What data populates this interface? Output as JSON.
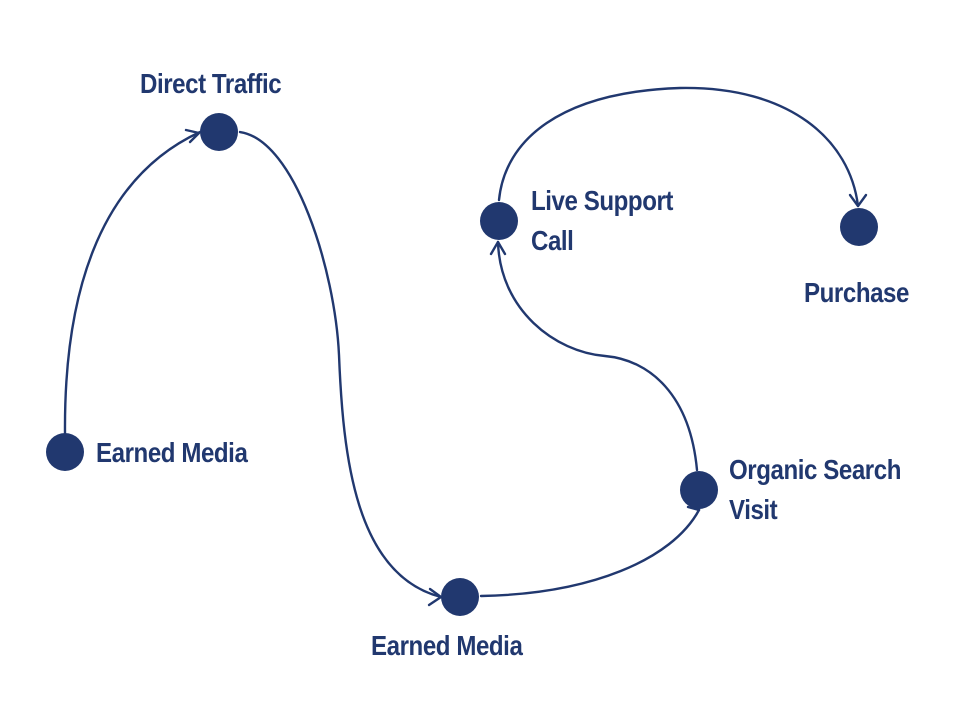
{
  "colors": {
    "node": "#21386f",
    "edge": "#21386f",
    "text": "#21386f",
    "background": "#ffffff"
  },
  "nodes": [
    {
      "id": "earned-media-1",
      "lines": [
        "Earned Media"
      ]
    },
    {
      "id": "direct-traffic",
      "lines": [
        "Direct Traffic"
      ]
    },
    {
      "id": "earned-media-2",
      "lines": [
        "Earned Media"
      ]
    },
    {
      "id": "organic-search-visit",
      "lines": [
        "Organic Search",
        "Visit"
      ]
    },
    {
      "id": "live-support-call",
      "lines": [
        "Live Support",
        "Call"
      ]
    },
    {
      "id": "purchase",
      "lines": [
        "Purchase"
      ]
    }
  ],
  "edges": [
    {
      "from": "earned-media-1",
      "to": "direct-traffic"
    },
    {
      "from": "direct-traffic",
      "to": "earned-media-2"
    },
    {
      "from": "earned-media-2",
      "to": "organic-search-visit"
    },
    {
      "from": "organic-search-visit",
      "to": "live-support-call"
    },
    {
      "from": "live-support-call",
      "to": "purchase"
    }
  ]
}
